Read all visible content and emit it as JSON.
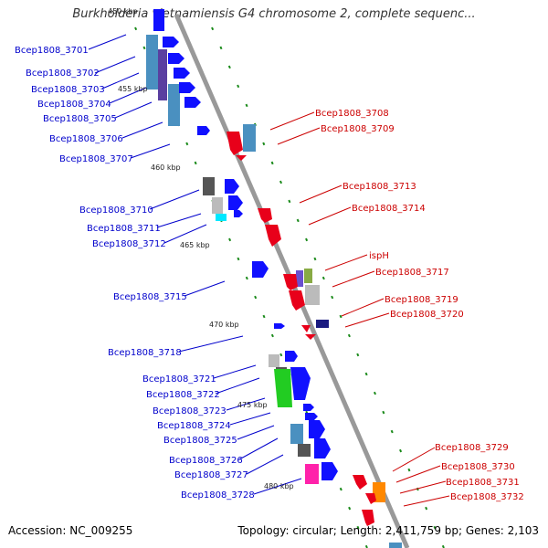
{
  "title": "Burkholderia vietnamiensis G4 chromosome 2, complete sequenc...",
  "accession": "Accession: NC_009255",
  "summary": "Topology: circular; Length: 2,411,759 bp; Genes: 2,103",
  "ticks": [
    "450 kbp",
    "455 kbp",
    "460 kbp",
    "465 kbp",
    "470 kbp",
    "475 kbp",
    "480 kbp"
  ],
  "genes_left": [
    "Bcep1808_3701",
    "Bcep1808_3702",
    "Bcep1808_3703",
    "Bcep1808_3704",
    "Bcep1808_3705",
    "Bcep1808_3706",
    "Bcep1808_3707",
    "Bcep1808_3710",
    "Bcep1808_3711",
    "Bcep1808_3712",
    "Bcep1808_3715",
    "Bcep1808_3718",
    "Bcep1808_3721",
    "Bcep1808_3722",
    "Bcep1808_3723",
    "Bcep1808_3724",
    "Bcep1808_3725",
    "Bcep1808_3726",
    "Bcep1808_3727",
    "Bcep1808_3728"
  ],
  "genes_right": [
    "Bcep1808_3708",
    "Bcep1808_3709",
    "Bcep1808_3713",
    "Bcep1808_3714",
    "ispH",
    "Bcep1808_3717",
    "Bcep1808_3719",
    "Bcep1808_3720",
    "Bcep1808_3729",
    "Bcep1808_3730",
    "Bcep1808_3731",
    "Bcep1808_3732"
  ],
  "colors": {
    "forward": "#0a0af0",
    "reverse": "#e8001a",
    "backbone": "#888888",
    "ticks": "#1a8a1a"
  }
}
